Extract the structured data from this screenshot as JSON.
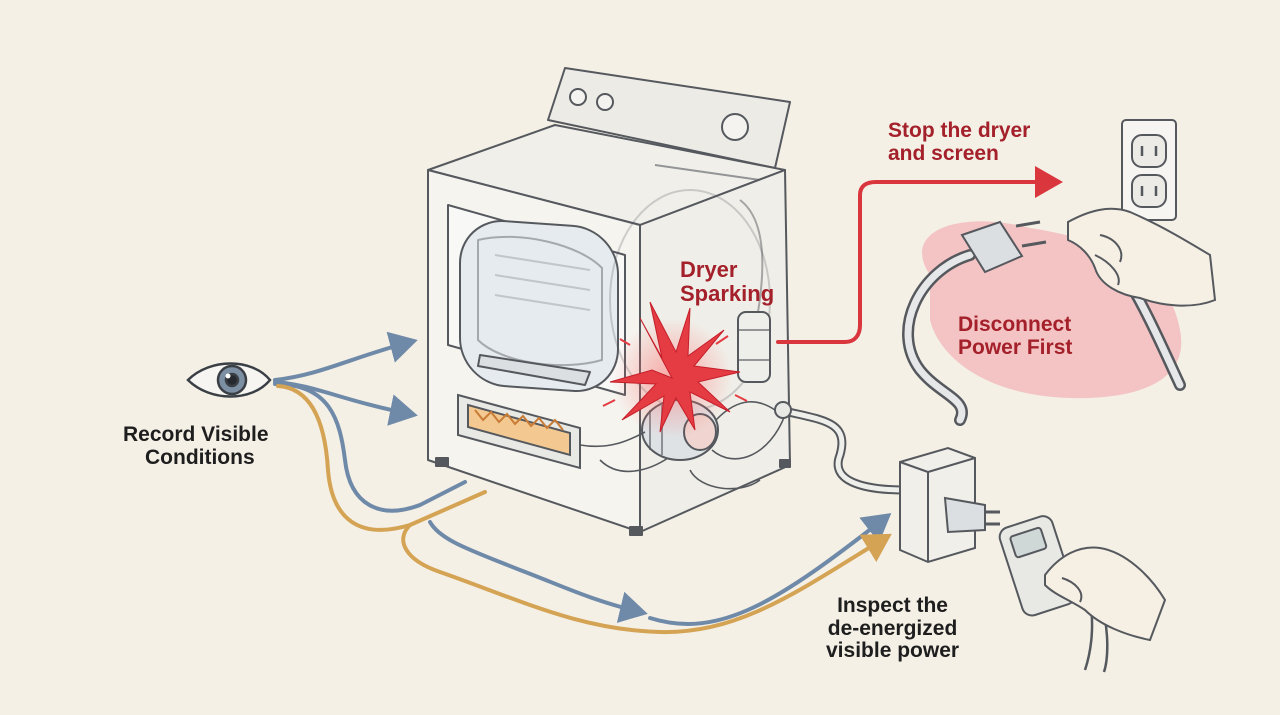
{
  "labels": {
    "record": [
      "Record Visible",
      "Conditions"
    ],
    "sparking": [
      "Dryer",
      "Sparking"
    ],
    "stop": [
      "Stop the dryer",
      "and screen"
    ],
    "disconnect": [
      "Disconnect",
      "Power First"
    ],
    "inspect": [
      "Inspect the",
      "de-energized",
      "visible power"
    ]
  },
  "colors": {
    "background": "#f4f0e6",
    "alert_red": "#d9363e",
    "label_red": "#a4202a",
    "blue_path": "#6f8aa8",
    "gold_path": "#d4a353",
    "pink_zone": "#f2bcbc",
    "outline": "#55595e"
  },
  "icons": [
    "eye-icon",
    "spark-burst-icon",
    "wall-outlet-icon",
    "power-plug-icon",
    "hand-icon",
    "multimeter-icon",
    "junction-box-icon"
  ]
}
